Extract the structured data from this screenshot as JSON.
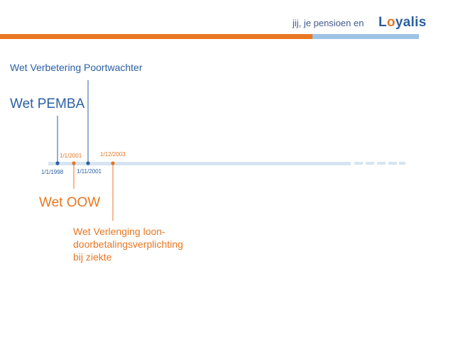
{
  "header": {
    "tagline": "jij, je pensioen en",
    "logo": {
      "prefix": "L",
      "o": "o",
      "suffix": "yalis"
    },
    "colors": {
      "orange": "#e87722",
      "light_blue": "#9cc3e6",
      "blue": "#2a5fa3"
    }
  },
  "laws": {
    "poortwachter": "Wet Verbetering Poortwachter",
    "pemba": "Wet PEMBA",
    "oow": "Wet OOW",
    "verlenging_line1": "Wet Verlenging loon-",
    "verlenging_line2": "doorbetalingsverplichting",
    "verlenging_line3": "bij ziekte"
  },
  "dates": {
    "d1998": "1/1/1998",
    "d2001": "1/1/2001",
    "d2001b": "1/11/2001",
    "d2003": "1/12/2003"
  }
}
